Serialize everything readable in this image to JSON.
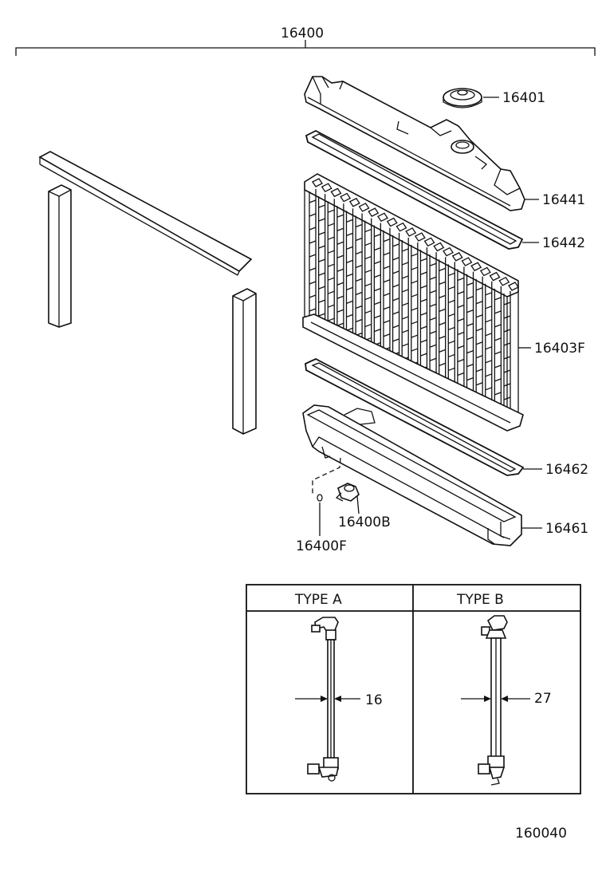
{
  "parts": {
    "assembly": "16400",
    "cap": "16401",
    "upper_tank": "16441",
    "upper_gasket": "16442",
    "core": "16403F",
    "lower_gasket": "16462",
    "lower_tank": "16461",
    "drain_cock_plug": "16400B",
    "o_ring": "16400F"
  },
  "type_table": {
    "type_a": {
      "header": "TYPE A",
      "dimension": "16"
    },
    "type_b": {
      "header": "TYPE B",
      "dimension": "27"
    }
  },
  "figure_number": "160040"
}
